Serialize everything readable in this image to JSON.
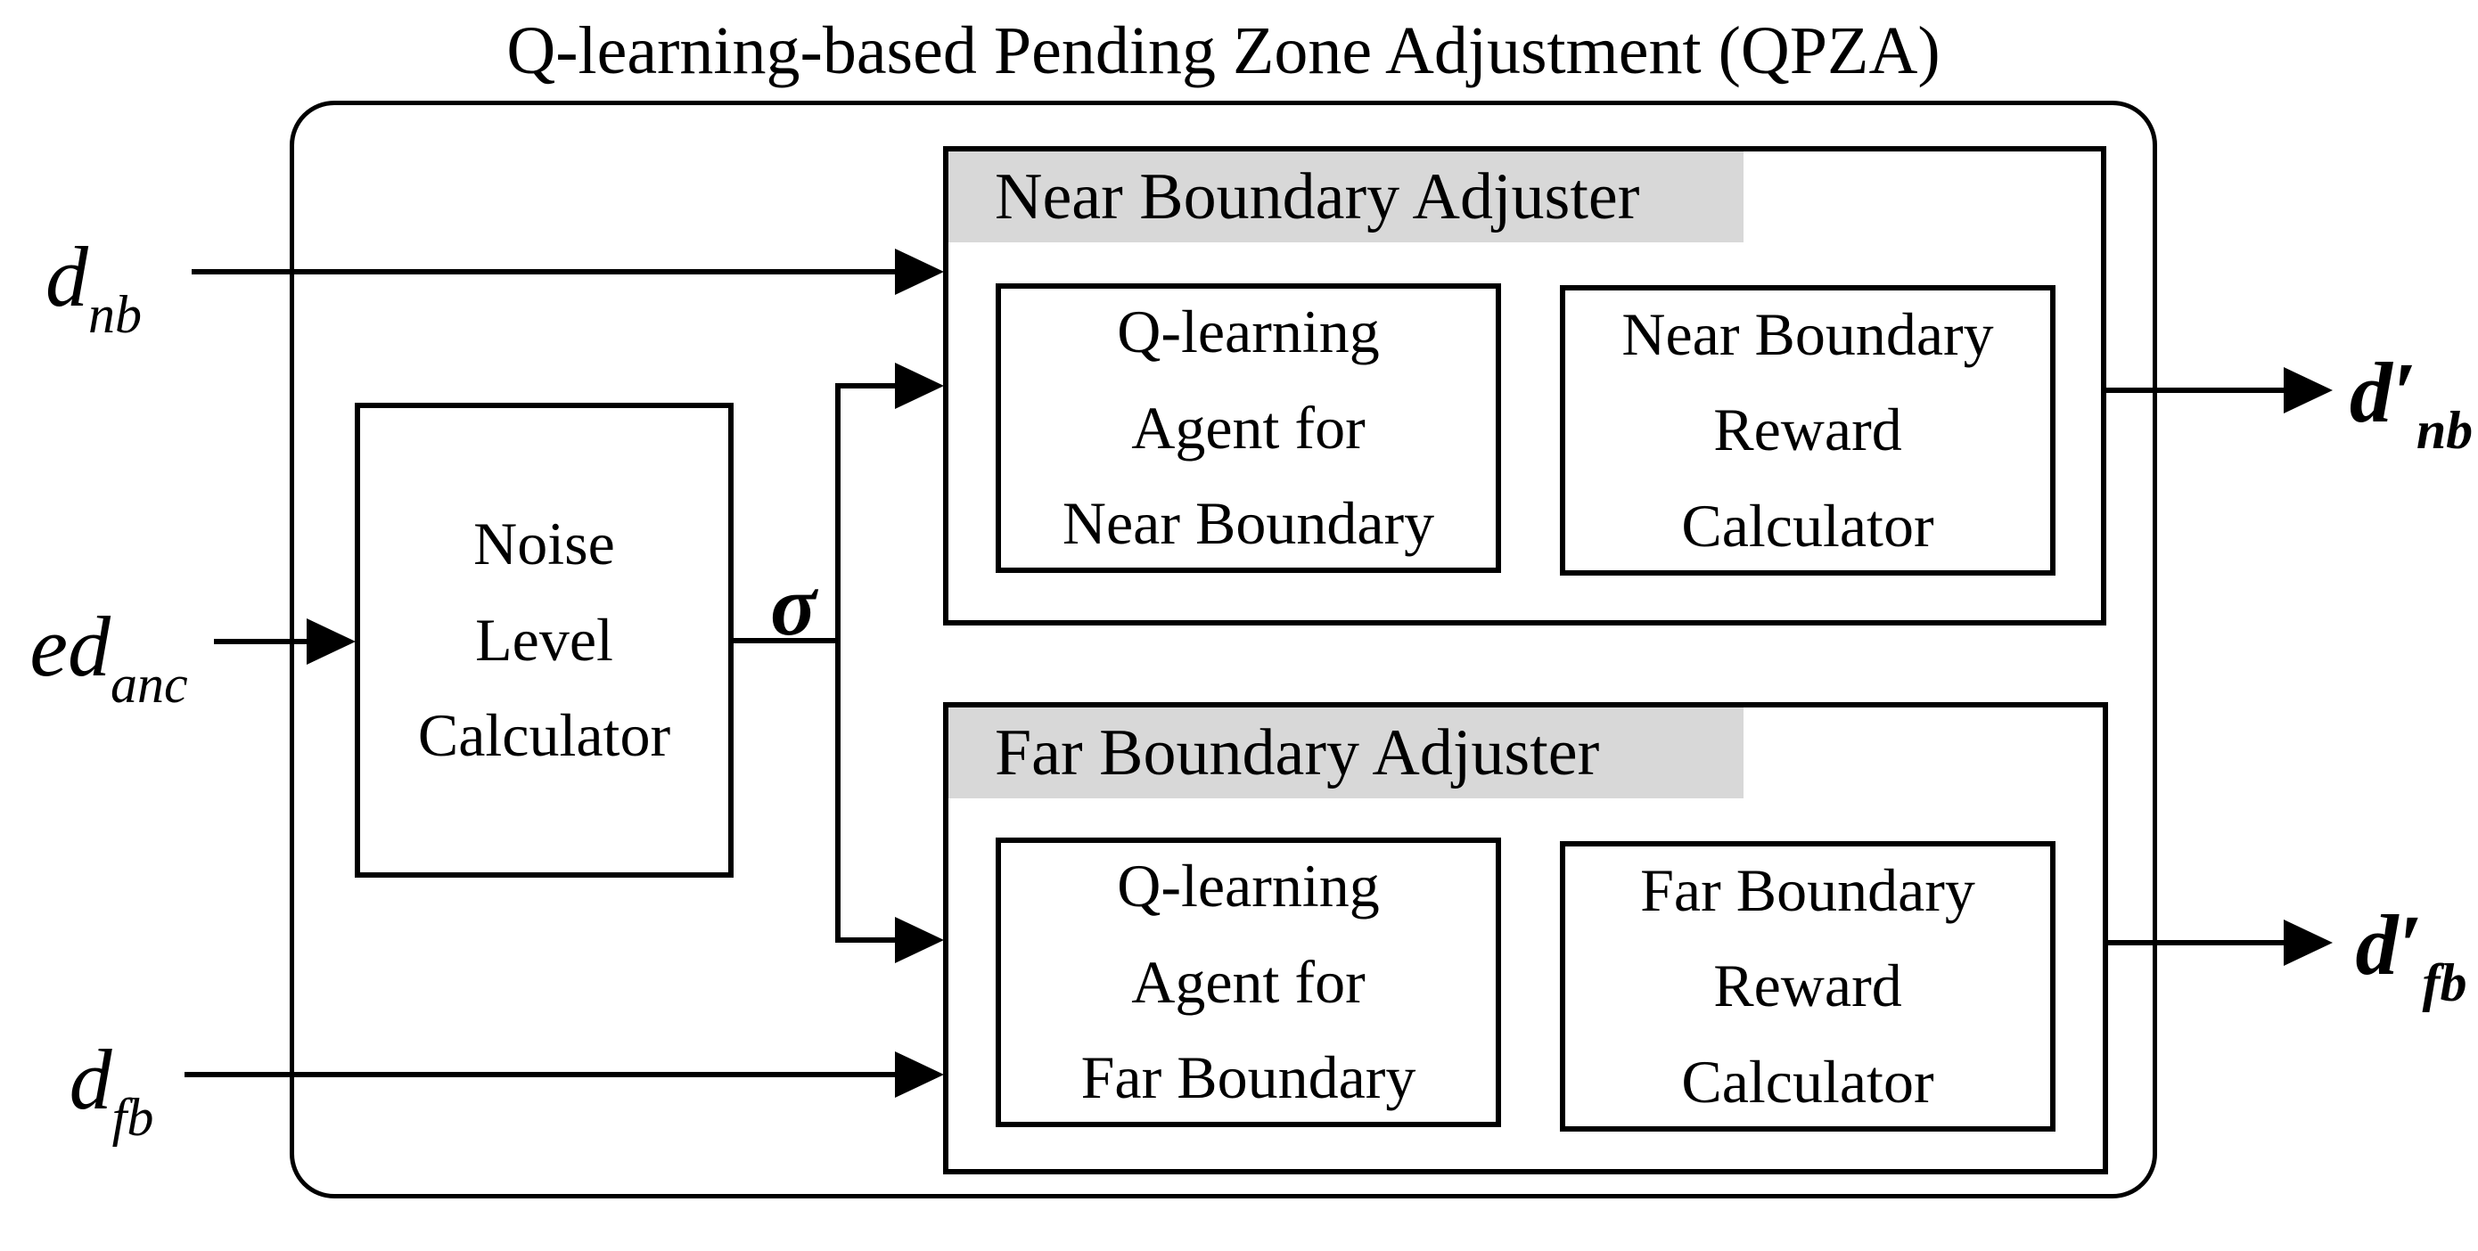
{
  "title": "Q-learning-based Pending Zone Adjustment (QPZA)",
  "colors": {
    "background": "#ffffff",
    "stroke": "#000000",
    "header_highlight": "#d8d8d8"
  },
  "inputs": [
    {
      "main": "d",
      "sub": "nb"
    },
    {
      "main": "ed",
      "sub": "anc"
    },
    {
      "main": "d",
      "sub": "fb"
    }
  ],
  "outputs": [
    {
      "main": "d′",
      "sub": "nb"
    },
    {
      "main": "d′",
      "sub": "fb"
    }
  ],
  "signal_label": "σ",
  "blocks": {
    "noise": {
      "label": "Noise\nLevel\nCalculator"
    },
    "near": {
      "header": "Near Boundary Adjuster",
      "agent": "Q-learning\nAgent for\nNear Boundary",
      "reward": "Near Boundary\nReward\nCalculator"
    },
    "far": {
      "header": "Far Boundary Adjuster",
      "agent": "Q-learning\nAgent for\nFar Boundary",
      "reward": "Far Boundary\nReward\nCalculator"
    }
  }
}
